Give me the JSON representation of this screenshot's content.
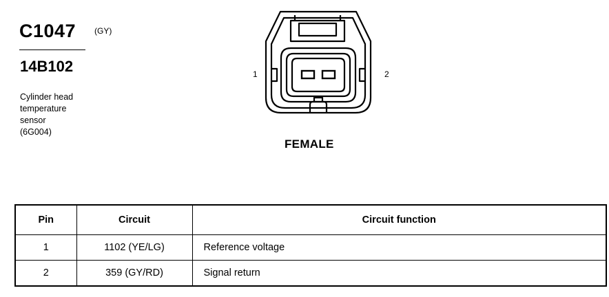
{
  "connector": {
    "id": "C1047",
    "color": "(GY)",
    "part_number": "14B102",
    "description_lines": [
      "Cylinder head",
      "temperature",
      "sensor",
      "(6G004)"
    ],
    "pin_left_label": "1",
    "pin_right_label": "2",
    "gender": "FEMALE"
  },
  "table": {
    "headers": [
      "Pin",
      "Circuit",
      "Circuit function"
    ],
    "rows": [
      {
        "pin": "1",
        "circuit": "1102 (YE/LG)",
        "function": "Reference voltage"
      },
      {
        "pin": "2",
        "circuit": "359 (GY/RD)",
        "function": "Signal return"
      }
    ]
  }
}
